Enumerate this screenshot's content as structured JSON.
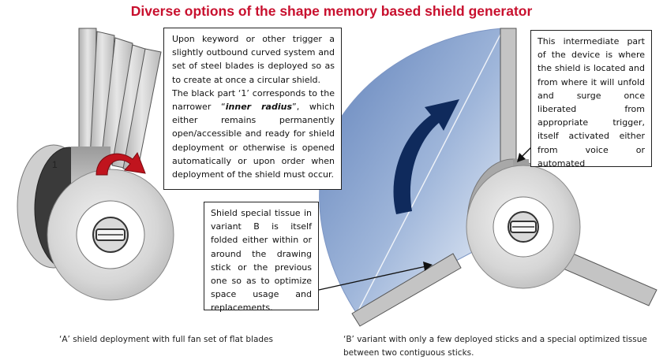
{
  "title": "Diverse options of the shape memory based shield generator",
  "callout_a": {
    "paragraph_1": "Upon keyword or other trigger a slightly outbound curved system and set of steel blades is deployed so as to create at once a circular shield.",
    "paragraph_2_before": "The black part ‘1’ corresponds to the narrower “",
    "paragraph_2_emphasis": "inner radius",
    "paragraph_2_after": "”, which either remains permanently open/accessible and ready for shield deployment or otherwise is opened automatically or upon order when deployment of the shield must occur."
  },
  "callout_b": {
    "text": "Shield special tissue in variant B is itself folded either within or around the drawing stick or the previous one so as to optimize space usage and replacements."
  },
  "callout_c": {
    "text": "This intermediate part of the device is where the shield is located and from where it will unfold and surge once liberated from appropriate trigger, itself activated either from voice or automated"
  },
  "part_label": "1",
  "caption_a": "‘A’ shield deployment with full fan set of flat blades",
  "caption_b": "‘B’ variant with only a few deployed sticks and a special optimized tissue between two contiguous sticks.",
  "colors": {
    "title": "#c8102e",
    "arrow_red": "#c0141e",
    "arrow_navy": "#0f2a5c",
    "tissue_dark": "#6f8fc3",
    "tissue_light": "#e4ecf7",
    "metal": "#c4c4c4"
  }
}
